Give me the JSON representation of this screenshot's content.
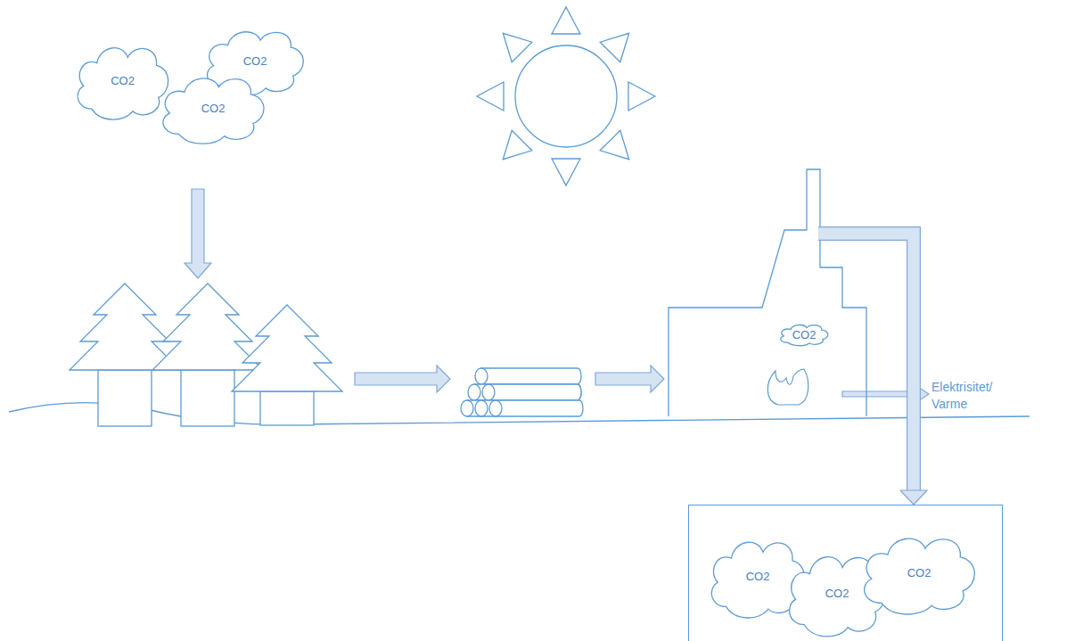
{
  "diagram": {
    "nodes": [
      {
        "text": [
          "CO2"
        ]
      },
      {
        "text": [
          "CO2"
        ]
      },
      {
        "text": [
          "CO2"
        ]
      },
      {
        "text": []
      },
      {
        "text": [
          "CO2"
        ],
        "in": 3
      },
      {
        "text": []
      },
      {
        "text": [
          "CO2"
        ],
        "in": 5
      },
      {
        "text": [
          "CO2"
        ],
        "in": 5
      },
      {
        "text": [
          "CO2"
        ],
        "in": 5
      }
    ],
    "edges": [
      {
        "from": 3,
        "to": 5,
        "arrow": "to"
      }
    ],
    "labels": [
      "Elektrisitet/ Varme"
    ]
  }
}
